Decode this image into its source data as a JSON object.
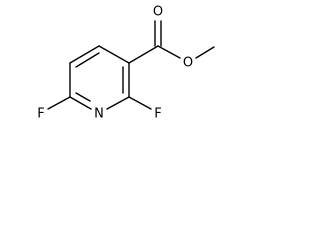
{
  "molecule": {
    "atoms": {
      "ring_nitrogen": "N",
      "fluorine_left": "F",
      "fluorine_right": "F",
      "carbonyl_oxygen": "O",
      "ester_oxygen": "O"
    },
    "colors": {
      "bond": "#000000",
      "label": "#000000",
      "background": "#ffffff"
    }
  }
}
